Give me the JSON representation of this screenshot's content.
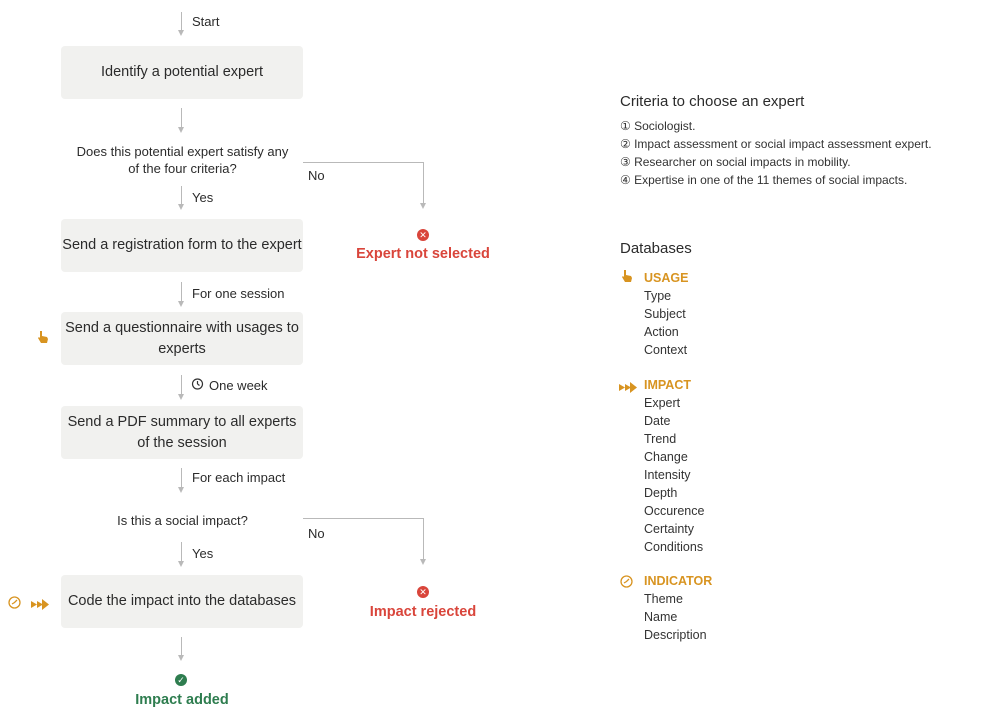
{
  "flow": {
    "start": "Start",
    "identify": "Identify a potential expert",
    "q_criteria": "Does this potential expert satisfy any of the four criteria?",
    "yes1": "Yes",
    "no1": "No",
    "send_form": "Send a registration form to the expert",
    "expert_not_selected": "Expert not selected",
    "for_one_session": "For one session",
    "send_questionnaire": "Send a questionnaire with usages to experts",
    "one_week": "One week",
    "send_pdf": "Send a PDF summary to all experts of the session",
    "for_each_impact": "For each impact",
    "q_social": "Is this a social impact?",
    "no2": "No",
    "yes2": "Yes",
    "code_impact": "Code the impact into the databases",
    "impact_rejected": "Impact rejected",
    "impact_added": "Impact added"
  },
  "criteria": {
    "title": "Criteria to choose an expert",
    "items": [
      "① Sociologist.",
      "② Impact assessment or social impact assessment expert.",
      "③ Researcher on social impacts in mobility.",
      "④ Expertise in one of the 11 themes of social impacts."
    ]
  },
  "databases": {
    "title": "Databases",
    "usage": {
      "label": "USAGE",
      "fields": [
        "Type",
        "Subject",
        "Action",
        "Context"
      ]
    },
    "impact": {
      "label": "IMPACT",
      "fields": [
        "Expert",
        "Date",
        "Trend",
        "Change",
        "Intensity",
        "Depth",
        "Occurence",
        "Certainty",
        "Conditions"
      ]
    },
    "indicator": {
      "label": "INDICATOR",
      "fields": [
        "Theme",
        "Name",
        "Description"
      ]
    }
  },
  "colors": {
    "accent": "#d89421",
    "reject": "#d9453b",
    "accept": "#2e7d4f",
    "box": "#f1f1ef",
    "line": "#b9b9b9"
  },
  "icons": {
    "usage": "hand-pointer-icon",
    "impact": "double-arrow-icon",
    "indicator": "gauge-icon",
    "reject": "x-circle-icon",
    "accept": "check-circle-icon",
    "timer": "stopwatch-icon"
  }
}
